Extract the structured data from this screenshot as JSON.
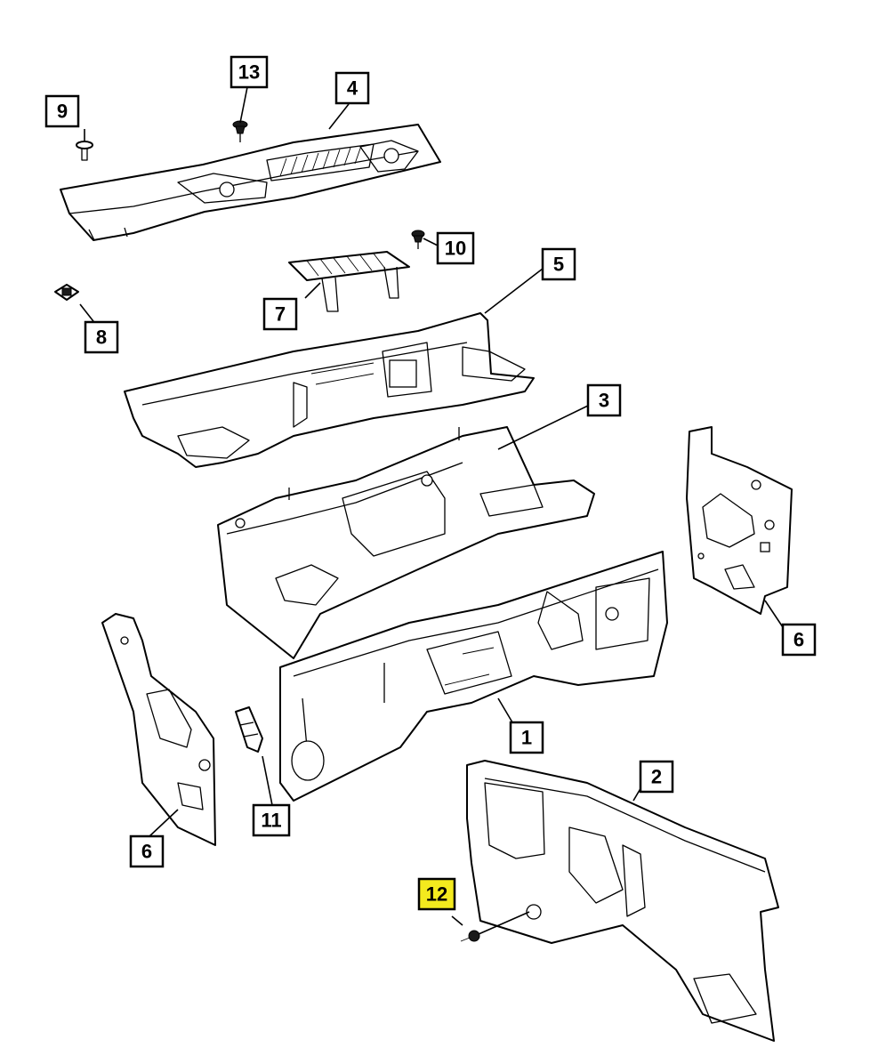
{
  "callouts": [
    {
      "id": "c1",
      "label": "1"
    },
    {
      "id": "c2",
      "label": "2"
    },
    {
      "id": "c3",
      "label": "3"
    },
    {
      "id": "c4",
      "label": "4"
    },
    {
      "id": "c5",
      "label": "5"
    },
    {
      "id": "c6a",
      "label": "6"
    },
    {
      "id": "c6b",
      "label": "6"
    },
    {
      "id": "c7",
      "label": "7"
    },
    {
      "id": "c8",
      "label": "8"
    },
    {
      "id": "c9",
      "label": "9"
    },
    {
      "id": "c10",
      "label": "10"
    },
    {
      "id": "c11",
      "label": "11"
    },
    {
      "id": "c12",
      "label": "12"
    },
    {
      "id": "c13",
      "label": "13"
    }
  ],
  "highlight_color": "#f3ea1e"
}
